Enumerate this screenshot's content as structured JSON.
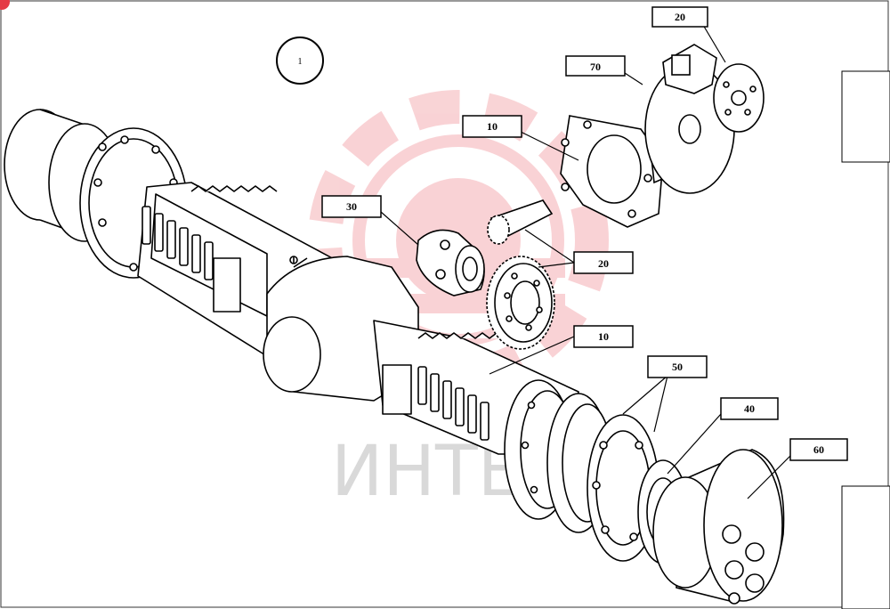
{
  "diagram": {
    "group_number": "1",
    "watermark_text": "ИНТЕХ",
    "callouts": {
      "c20a": "20",
      "c70": "70",
      "c10a": "10",
      "c30": "30",
      "c20b": "20",
      "c10b": "10",
      "c50": "50",
      "c40": "40",
      "c60": "60"
    }
  },
  "colors": {
    "line": "#000000",
    "watermark": "#e53945",
    "frame": "#333333"
  }
}
